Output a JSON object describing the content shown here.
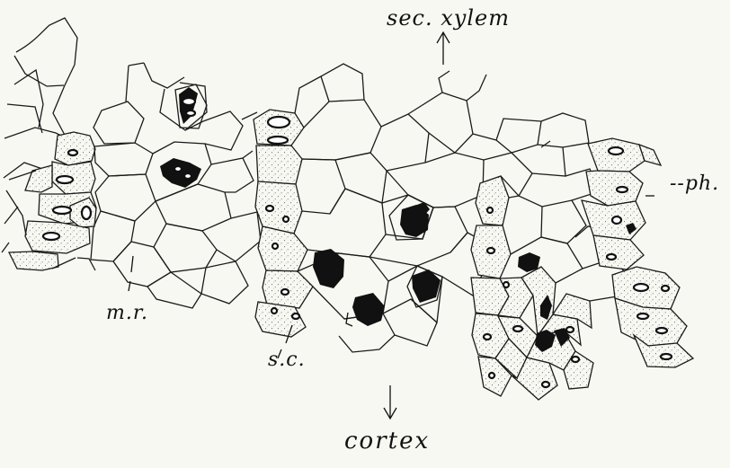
{
  "labels": {
    "sec_xylem": "sec. xylem",
    "phloem": "--ph.",
    "medullary_ray": "m.r.",
    "sieve_cells": "s.c.",
    "cortex": "cortex"
  },
  "style": {
    "ink": "#111111",
    "paper": "#f8f8f2"
  }
}
